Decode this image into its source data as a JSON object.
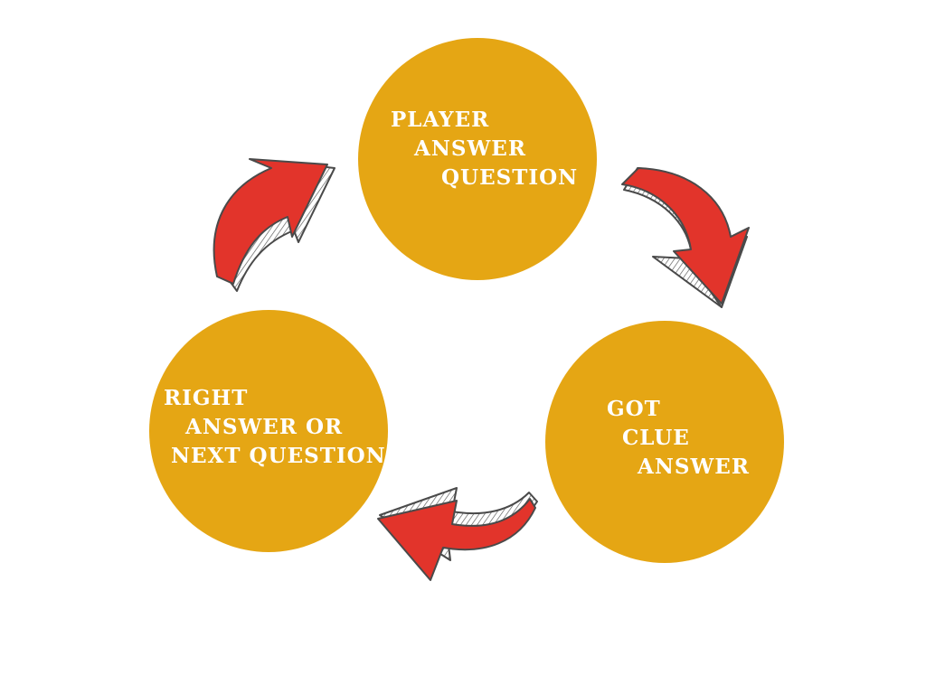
{
  "colors": {
    "circle": "#E5A614",
    "arrow_fill": "#E2342B",
    "arrow_outline": "#4a4a4a",
    "text": "#ffffff"
  },
  "nodes": [
    {
      "lines": [
        "PLAYER",
        "ANSWER",
        "QUESTION"
      ]
    },
    {
      "lines": [
        "GOT",
        "CLUE",
        "ANSWER"
      ]
    },
    {
      "lines": [
        "RIGHT",
        "ANSWER OR",
        "NEXT QUESTION"
      ]
    }
  ],
  "edges": [
    {
      "from": 0,
      "to": 1,
      "icon": "curved-arrow-right-down"
    },
    {
      "from": 1,
      "to": 2,
      "icon": "curved-arrow-left"
    },
    {
      "from": 2,
      "to": 0,
      "icon": "curved-arrow-up-right"
    }
  ]
}
